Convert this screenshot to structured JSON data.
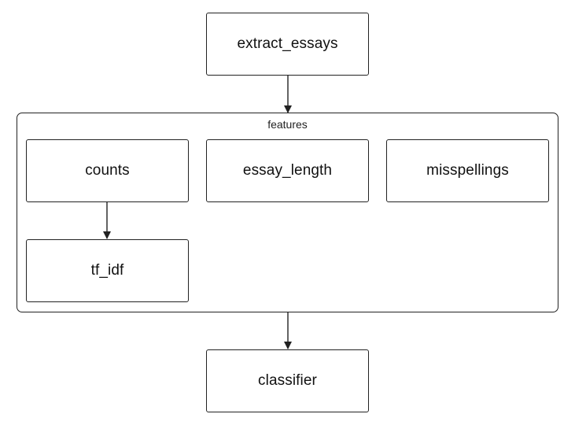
{
  "diagram": {
    "nodes": {
      "extract_essays": "extract_essays",
      "counts": "counts",
      "essay_length": "essay_length",
      "misspellings": "misspellings",
      "tf_idf": "tf_idf",
      "classifier": "classifier"
    },
    "group": {
      "label": "features"
    },
    "edges": [
      {
        "from": "extract_essays",
        "to": "features"
      },
      {
        "from": "counts",
        "to": "tf_idf"
      },
      {
        "from": "features",
        "to": "classifier"
      }
    ],
    "colors": {
      "stroke": "#222222",
      "fill": "#ffffff"
    }
  }
}
